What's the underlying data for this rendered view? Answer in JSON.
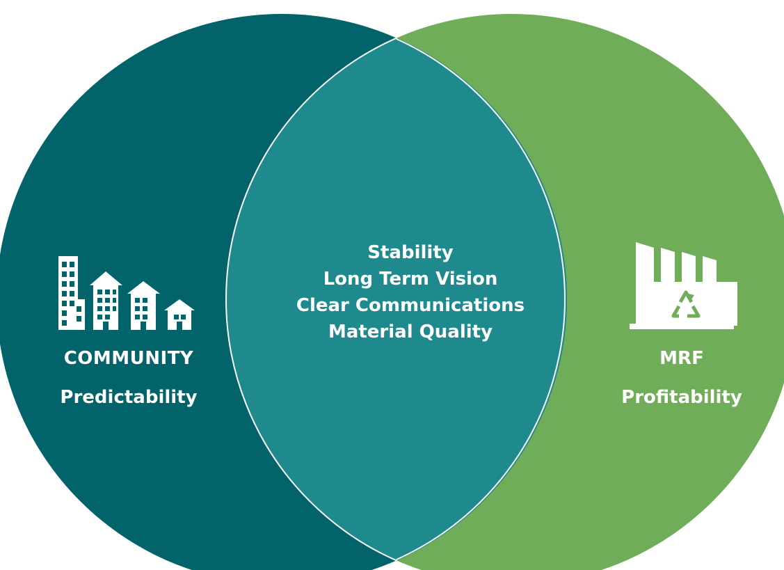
{
  "colors": {
    "left_circle": "#02646a",
    "right_circle": "#70ad58",
    "overlap": "#1f8a8e",
    "text": "#ffffff"
  },
  "left": {
    "icon": "buildings-icon",
    "title": "COMMUNITY",
    "subtitle": "Predictability"
  },
  "right": {
    "icon": "recycling-facility-icon",
    "title": "MRF",
    "subtitle": "Profitability"
  },
  "overlap": {
    "items": [
      "Stability",
      "Long Term Vision",
      "Clear Communications",
      "Material Quality"
    ]
  }
}
